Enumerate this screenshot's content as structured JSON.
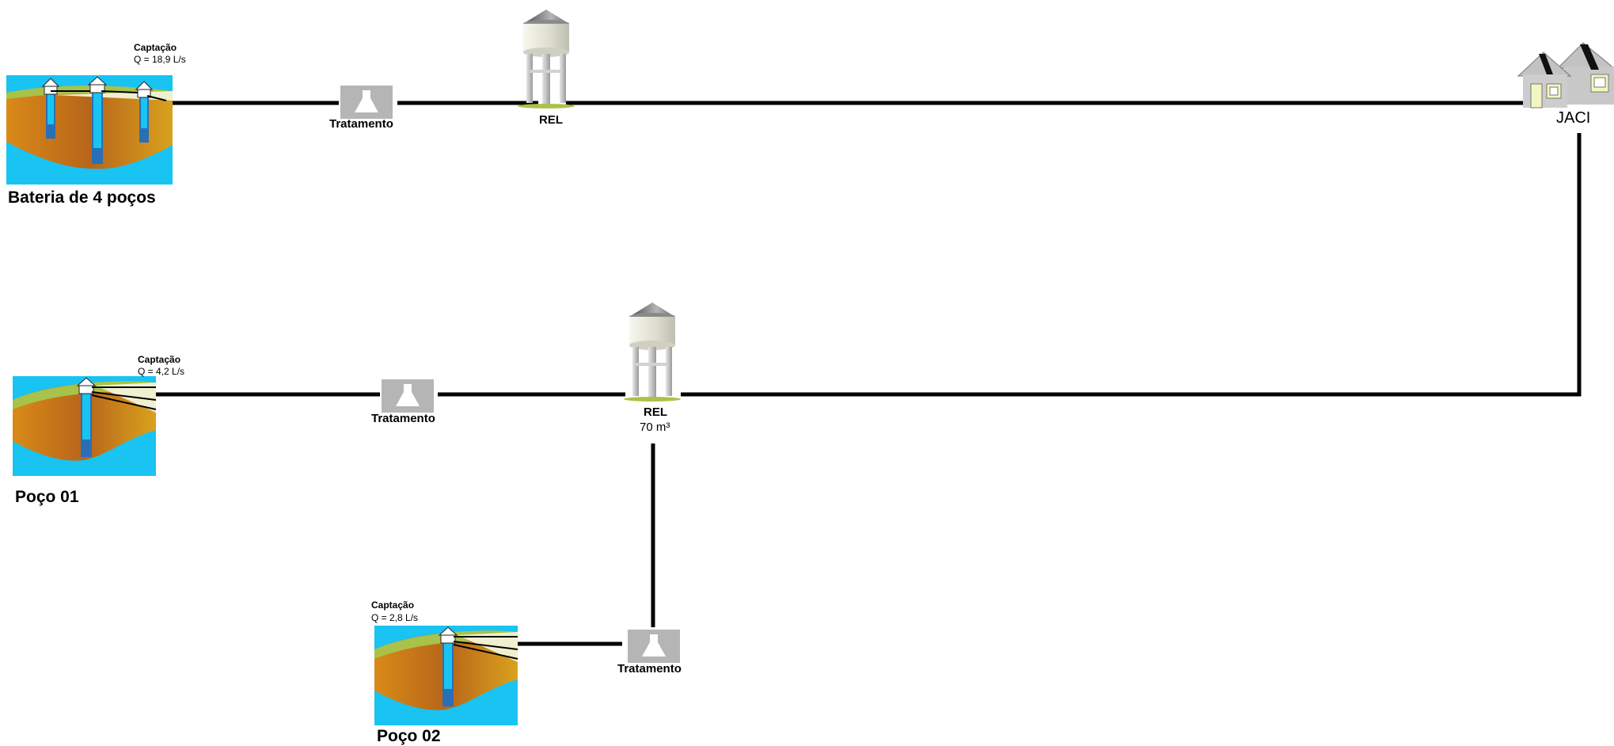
{
  "diagram": {
    "colors": {
      "pipe": "#000000",
      "water": "#19c3f2",
      "soil": "#c77c1a",
      "grass": "#a9c24a",
      "treatment_box": "#b5b5b5",
      "tank": "#e3e3d6",
      "roof": "#7d7d7d",
      "house": "#c2c2c2",
      "window": "#f3f6c0"
    },
    "wells": {
      "bateria": {
        "title": "Captação",
        "flow": "Q = 18,9 L/s",
        "name": "Bateria de 4 poços",
        "icon": "well-battery-icon"
      },
      "poco01": {
        "title": "Captação",
        "flow": "Q = 4,2 L/s",
        "name": "Poço 01",
        "icon": "well-icon"
      },
      "poco02": {
        "title": "Captação",
        "flow": "Q = 2,8 L/s",
        "name": "Poço 02",
        "icon": "well-icon"
      }
    },
    "treatments": {
      "t1": {
        "label": "Tratamento",
        "icon": "flask-icon"
      },
      "t2": {
        "label": "Tratamento",
        "icon": "flask-icon"
      },
      "t3": {
        "label": "Tratamento",
        "icon": "flask-icon"
      }
    },
    "reservoirs": {
      "rel1": {
        "label": "REL",
        "icon": "water-tower-icon"
      },
      "rel2": {
        "label": "REL",
        "volume": "70 m³",
        "icon": "water-tower-icon"
      }
    },
    "city": {
      "label": "JACI",
      "icon": "houses-icon"
    }
  }
}
